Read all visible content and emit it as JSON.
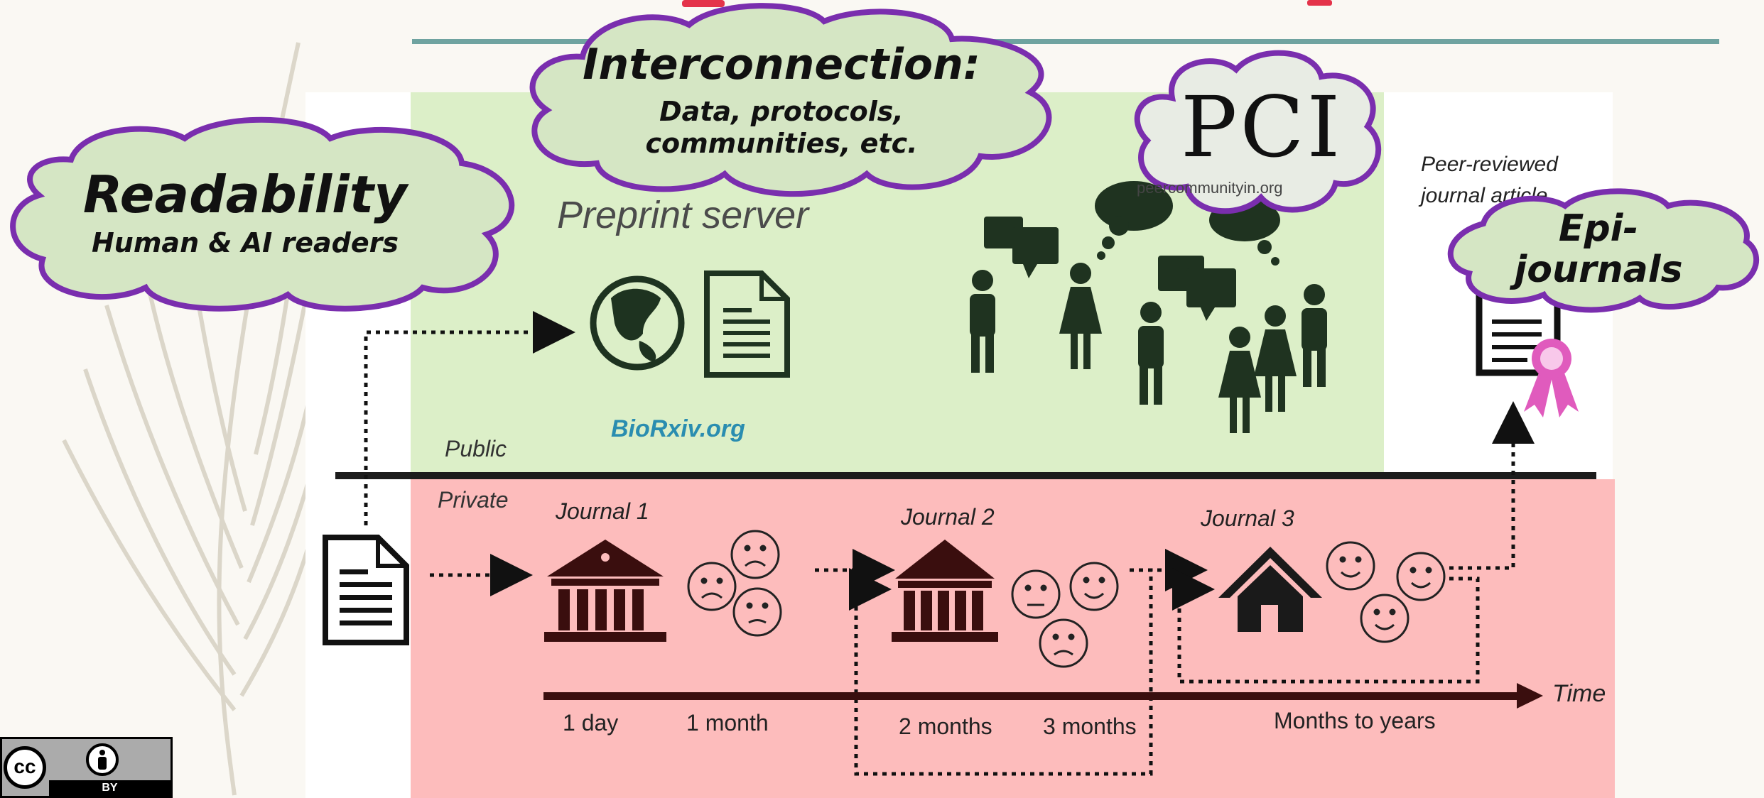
{
  "title_partial": "",
  "clouds": {
    "interconnection_title": "Interconnection:",
    "interconnection_sub1": "Data, protocols,",
    "interconnection_sub2": "communities, etc.",
    "readability_title": "Readability",
    "readability_sub": "Human & AI readers",
    "epi_line1": "Epi-",
    "epi_line2": "journals"
  },
  "pci": {
    "logo": "PCI",
    "url": "peercommunityin.org"
  },
  "zones": {
    "preprint_server": "Preprint server",
    "biorxiv": "BioRxiv.org",
    "public": "Public",
    "private": "Private",
    "peer_reviewed_1": "Peer-reviewed",
    "peer_reviewed_2": "journal article"
  },
  "journals": [
    "Journal 1",
    "Journal 2",
    "Journal 3"
  ],
  "timeline": {
    "time_label": "Time",
    "ticks": [
      "1 day",
      "1 month",
      "2 months",
      "3 months",
      "Months to years"
    ]
  },
  "license": {
    "cc": "cc",
    "by": "BY"
  },
  "colors": {
    "public_zone": "#dcefc8",
    "private_zone": "#fdbcbc",
    "cloud_fill": "#d5e6c4",
    "cloud_stroke": "#7a2eae",
    "teal_rule": "#6fa3a0",
    "title_red": "#e4334a",
    "biorxiv_blue": "#2a8db0",
    "ribbon_pink": "#e05bbd"
  }
}
